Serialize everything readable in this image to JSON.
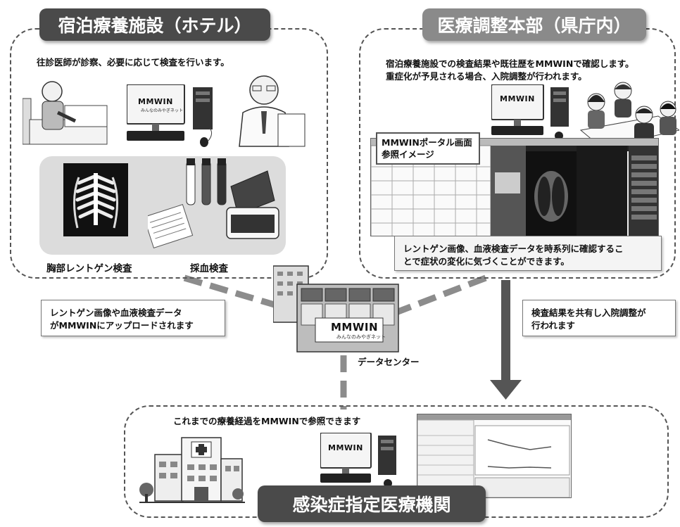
{
  "hotel": {
    "title": "宿泊療養施設（ホテル）",
    "description": "往診医師が診察、必要に応じて検査を行います。",
    "xray_caption": "胸部レントゲン検査",
    "blood_caption": "採血検査"
  },
  "hq": {
    "title": "医療調整本部（県庁内）",
    "description_line1": "宿泊療養施設での検査結果や既往歴をMMWINで確認します。",
    "description_line2": "重症化が予見される場合、入院調整が行われます。",
    "portal_label_line1": "MMWINポータル画面",
    "portal_label_line2": "参照イメージ",
    "callout_line1": "レントゲン画像、血液検査データを時系列に確認するこ",
    "callout_line2": "とで症状の変化に気づくことができます。"
  },
  "upload_note": {
    "line1": "レントゲン画像や血液検査データ",
    "line2": "がMMWINにアップロードされます"
  },
  "share_note": {
    "line1": "検査結果を共有し入院調整が",
    "line2": "行われます"
  },
  "datacenter": {
    "label": "データセンター",
    "brand": "MMWIN",
    "brand_sub": "みんなのみやぎネット"
  },
  "hospital": {
    "title": "感染症指定医療機関",
    "description": "これまでの療養経過をMMWINで参照できます"
  },
  "monitor": {
    "brand": "MMWIN",
    "brand_sub": "みんなのみやぎネット"
  },
  "colors": {
    "pill_dark": "#4a4a4a",
    "pill_light": "#8a8a8a",
    "connector": "#8c8c8c",
    "arrow": "#555555",
    "panel": "#dcdcdc"
  }
}
